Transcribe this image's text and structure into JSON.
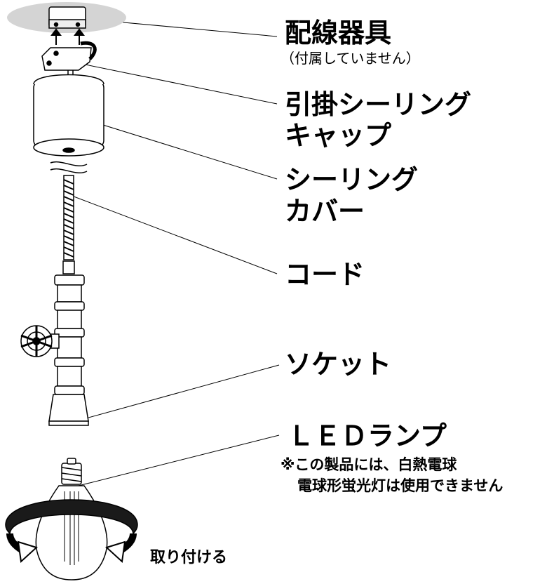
{
  "labels": {
    "wiring_device": "配線器具",
    "wiring_device_note": "（付属していません）",
    "ceiling_cap_line1": "引掛シーリング",
    "ceiling_cap_line2": "キャップ",
    "ceiling_cover_line1": "シーリング",
    "ceiling_cover_line2": "カバー",
    "cord": "コード",
    "socket": "ソケット",
    "led_lamp": "ＬＥＤランプ",
    "warning_line1": "※この製品には、白熱電球",
    "warning_line2": "電球形蛍光灯は使用できません",
    "attach": "取り付ける"
  },
  "colors": {
    "ink": "#000000",
    "ceiling_plate": "#d4d4d4",
    "body_fill": "#ffffff",
    "dark_band": "#1a1a1a"
  },
  "icons": {
    "ceiling": "ceiling-plate",
    "rotation": "rotation-arrows-icon"
  }
}
